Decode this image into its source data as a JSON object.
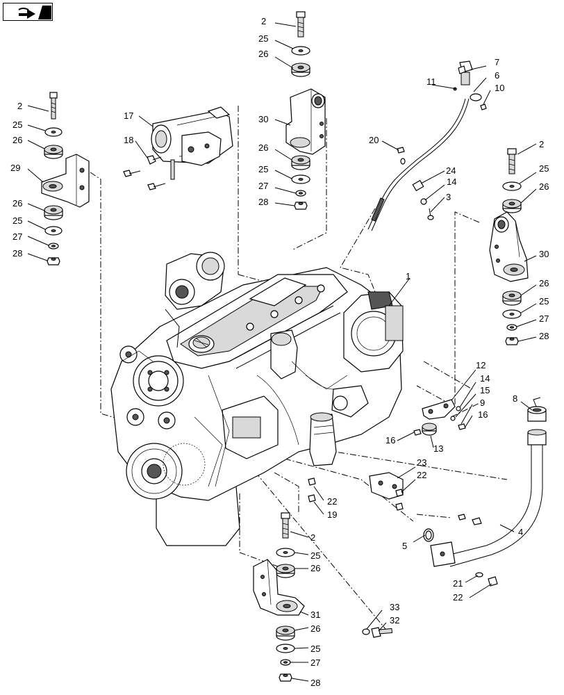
{
  "nav_badge": {
    "icon": "forward-arrow-icon"
  },
  "callouts": {
    "c1": "1",
    "c2a": "2",
    "c2b": "2",
    "c2c": "2",
    "c2d": "2",
    "c3": "3",
    "c4": "4",
    "c5": "5",
    "c6": "6",
    "c7": "7",
    "c8": "8",
    "c9": "9",
    "c10": "10",
    "c11": "11",
    "c12": "12",
    "c13": "13",
    "c14a": "14",
    "c14b": "14",
    "c15": "15",
    "c16a": "16",
    "c16b": "16",
    "c17": "17",
    "c18": "18",
    "c19": "19",
    "c20": "20",
    "c21": "21",
    "c22a": "22",
    "c22b": "22",
    "c22c": "22",
    "c23": "23",
    "c24": "24",
    "c25a": "25",
    "c25b": "25",
    "c25c": "25",
    "c25d": "25",
    "c25e": "25",
    "c25f": "25",
    "c25g": "25",
    "c25h": "25",
    "c26a": "26",
    "c26b": "26",
    "c26c": "26",
    "c26d": "26",
    "c26e": "26",
    "c26f": "26",
    "c26g": "26",
    "c26h": "26",
    "c27a": "27",
    "c27b": "27",
    "c27c": "27",
    "c27d": "27",
    "c28a": "28",
    "c28b": "28",
    "c28c": "28",
    "c28d": "28",
    "c29": "29",
    "c30a": "30",
    "c30b": "30",
    "c31": "31",
    "c32": "32",
    "c33": "33"
  }
}
